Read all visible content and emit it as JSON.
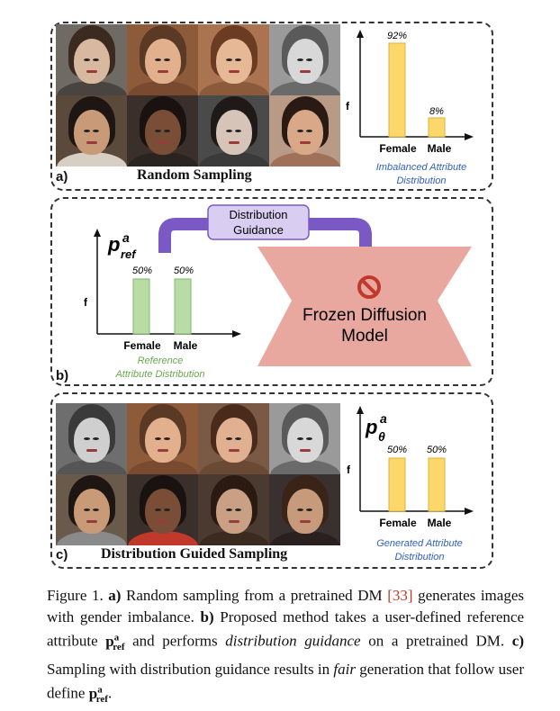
{
  "panel_a": {
    "label": "a)",
    "title": "Random Sampling",
    "photos": [
      {
        "bg": "#6f6a63",
        "skin": "#d9b8a0",
        "hair": "#3b2a20",
        "shirt": "#4a4440",
        "name": "woman-long-hair"
      },
      {
        "bg": "#8d5a3a",
        "skin": "#e2b08c",
        "hair": "#5a3a24",
        "shirt": "#7a4a30",
        "name": "woman-closeup"
      },
      {
        "bg": "#a9744f",
        "skin": "#e6b895",
        "hair": "#6b3b22",
        "shirt": "#8a5a3a",
        "name": "woman-red-hair"
      },
      {
        "bg": "#9a9a9a",
        "skin": "#d8d8d8",
        "hair": "#5a5a5a",
        "shirt": "#6a6a6a",
        "name": "woman-hood-grayscale"
      },
      {
        "bg": "#5b4a3c",
        "skin": "#c99a78",
        "hair": "#1e1612",
        "shirt": "#d8cfc4",
        "name": "woman-asian"
      },
      {
        "bg": "#3a2f2a",
        "skin": "#7a4e36",
        "hair": "#1a1210",
        "shirt": "#2a2420",
        "name": "man-dark-skin"
      },
      {
        "bg": "#4a4a4a",
        "skin": "#d6c4b8",
        "hair": "#1f1a18",
        "shirt": "#3a3a3a",
        "name": "woman-dark-hair"
      },
      {
        "bg": "#b89a86",
        "skin": "#d9a888",
        "hair": "#2a1a14",
        "shirt": "#a07058",
        "name": "woman-smiling"
      }
    ],
    "chart": {
      "ylabel": "f",
      "categories": [
        "Female",
        "Male"
      ],
      "labels": [
        "92%",
        "8%"
      ],
      "note_line1": "Imbalanced Attribute",
      "note_line2": "Distribution"
    }
  },
  "panel_b": {
    "label": "b)",
    "guidance_line1": "Distribution",
    "guidance_line2": "Guidance",
    "frozen_line1": "Frozen Diffusion",
    "frozen_line2": "Model",
    "chart": {
      "symbol": "p",
      "sup": "a",
      "sub": "ref",
      "ylabel": "f",
      "categories": [
        "Female",
        "Male"
      ],
      "labels": [
        "50%",
        "50%"
      ],
      "note_line1": "Reference",
      "note_line2": "Attribute Distribution"
    }
  },
  "panel_c": {
    "label": "c)",
    "title": "Distribution Guided Sampling",
    "photos": [
      {
        "bg": "#6e6e6e",
        "skin": "#cfcfcf",
        "hair": "#3a3a3a",
        "shirt": "#555555",
        "name": "woman-long-hair-grayscale"
      },
      {
        "bg": "#8d5a3a",
        "skin": "#e2b08c",
        "hair": "#5a3a24",
        "shirt": "#7a4a30",
        "name": "woman-closeup"
      },
      {
        "bg": "#7a5a44",
        "skin": "#e0b090",
        "hair": "#4a2a1a",
        "shirt": "#6a4a34",
        "name": "woman-brunette"
      },
      {
        "bg": "#9a9a9a",
        "skin": "#d8d8d8",
        "hair": "#5a5a5a",
        "shirt": "#6a6a6a",
        "name": "woman-hood-grayscale"
      },
      {
        "bg": "#6a5a4c",
        "skin": "#c99a78",
        "hair": "#1e1612",
        "shirt": "#8a8a8a",
        "name": "man-asian"
      },
      {
        "bg": "#3a2f2a",
        "skin": "#7a4e36",
        "hair": "#1a1210",
        "shirt": "#c0392b",
        "name": "man-dark-skin"
      },
      {
        "bg": "#4a3a30",
        "skin": "#c9a083",
        "hair": "#2a1a12",
        "shirt": "#3a2a20",
        "name": "man-bearded"
      },
      {
        "bg": "#3a3030",
        "skin": "#c89a7c",
        "hair": "#3a2418",
        "shirt": "#2a2020",
        "name": "man-long-hair"
      }
    ],
    "chart": {
      "symbol": "p",
      "sup": "a",
      "sub": "θ",
      "ylabel": "f",
      "categories": [
        "Female",
        "Male"
      ],
      "labels": [
        "50%",
        "50%"
      ],
      "note_line1": "Generated Attribute",
      "note_line2": "Distribution"
    }
  },
  "chart_data": [
    {
      "type": "bar",
      "categories": [
        "Female",
        "Male"
      ],
      "values": [
        92,
        8
      ],
      "ylabel": "f",
      "title": "",
      "color": "#fcd76a"
    },
    {
      "type": "bar",
      "categories": [
        "Female",
        "Male"
      ],
      "values": [
        50,
        50
      ],
      "ylabel": "f",
      "title": "p_ref^a",
      "color": "#b9dca4"
    },
    {
      "type": "bar",
      "categories": [
        "Female",
        "Male"
      ],
      "values": [
        50,
        50
      ],
      "ylabel": "f",
      "title": "p_θ^a",
      "color": "#fcd76a"
    }
  ],
  "caption": {
    "fig": "Figure 1.",
    "a": "a)",
    "a_text1": "Random sampling from a pretrained DM",
    "cite": "[33]",
    "a_text2": "generates images with gender imbalance.",
    "b": "b)",
    "b_text1": "Proposed method takes a user-defined reference attribute",
    "b_text2": "and performs",
    "b_italic": "distribution guidance",
    "b_text3": "on a pretrained DM.",
    "c": "c)",
    "c_text1": "Sampling with distribution guidance results in",
    "c_italic": "fair",
    "c_text2": "generation that follow user define"
  },
  "colors": {
    "yellow_bar": "#fcd76a",
    "green_bar": "#b9dca4",
    "blue_note": "#2f5fc4",
    "green_note": "#6aa84f",
    "arrow_purple": "#7b59c4",
    "guidance_box": "#d9cdf2",
    "model_pink": "#e8a8a0",
    "stop_red": "#c0392b"
  }
}
